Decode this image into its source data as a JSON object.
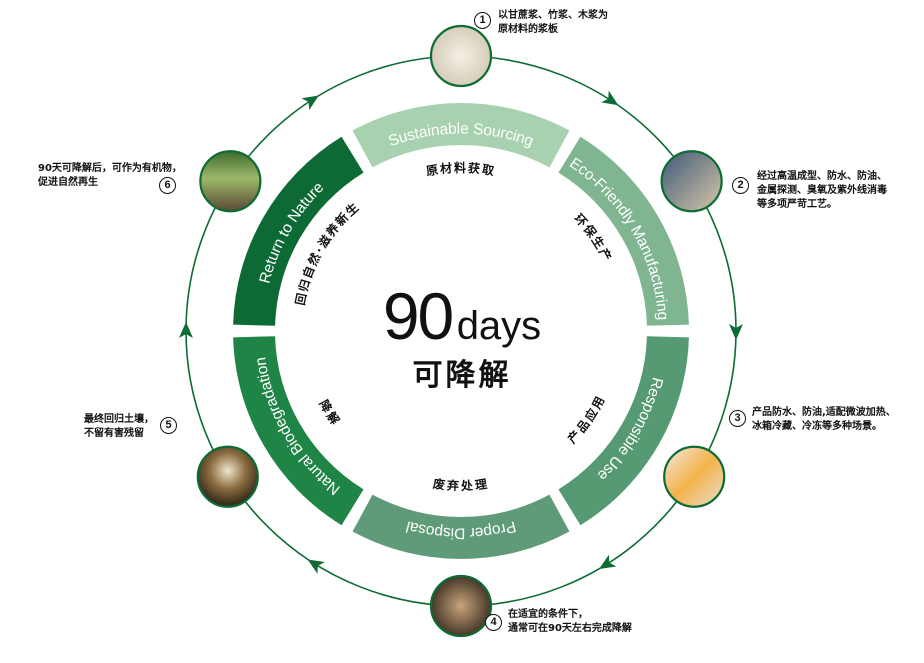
{
  "center": {
    "number": "90",
    "unit": "days",
    "subtitle": "可降解"
  },
  "colors": {
    "ring": "#0d6b34",
    "sustainable": "#a8d2af",
    "eco": "#7fb590",
    "responsible": "#559a72",
    "disposal": "#5f9b78",
    "biodegradation": "#1f8546",
    "return": "#0e6a35"
  },
  "segments": [
    {
      "label": "Sustainable Sourcing",
      "cn": "原材料获取"
    },
    {
      "label": "Eco-Friendly Manufacturing",
      "cn": "环保生产"
    },
    {
      "label": "Responsible Use",
      "cn": "产品应用"
    },
    {
      "label": "Proper Disposal",
      "cn": "废弃处理"
    },
    {
      "label": "Natural Biodegradation",
      "cn": "降解"
    },
    {
      "label": "Return to Nature",
      "cn": "回归自然·滋养新生"
    }
  ],
  "steps": [
    {
      "num": "1",
      "lines": [
        "以甘蔗浆、竹浆、木浆为",
        "原材料的浆板"
      ]
    },
    {
      "num": "2",
      "lines": [
        "经过高温成型、防水、防油、",
        "金属探测、臭氧及紫外线消毒",
        "等多项严苛工艺。"
      ]
    },
    {
      "num": "3",
      "lines": [
        "产品防水、防油,适配微波加热、",
        "冰箱冷藏、冷冻等多种场景。"
      ]
    },
    {
      "num": "4",
      "lines": [
        "在适宜的条件下，",
        "通常可在90天左右完成降解"
      ]
    },
    {
      "num": "5",
      "lines": [
        "最终回归土壤，",
        "不留有害残留"
      ]
    },
    {
      "num": "6",
      "lines": [
        "90天可降解后，可作为有机物，",
        "促进自然再生"
      ]
    }
  ]
}
